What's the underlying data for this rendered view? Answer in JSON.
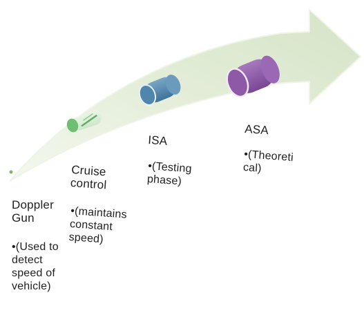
{
  "stages": [
    {
      "title": "Doppler\nGun",
      "bullet": "•(Used to\ndetect\nspeed of\nvehicle)"
    },
    {
      "title": "Cruise\ncontrol",
      "bullet": "•(maintains\nconstant\nspeed)"
    },
    {
      "title": "ISA",
      "bullet": "•(Testing\nphase)"
    },
    {
      "title": "ASA",
      "bullet": "•(Theoreti\ncal)"
    }
  ],
  "colors": {
    "arrow_fill": "#dbe7cf",
    "arrow_stroke": "#eef4e6",
    "cylinder_green": "#6fbf73",
    "cylinder_blue": "#4f86ad",
    "cylinder_purple": "#8e5aa8",
    "text": "#1f1f1f"
  }
}
